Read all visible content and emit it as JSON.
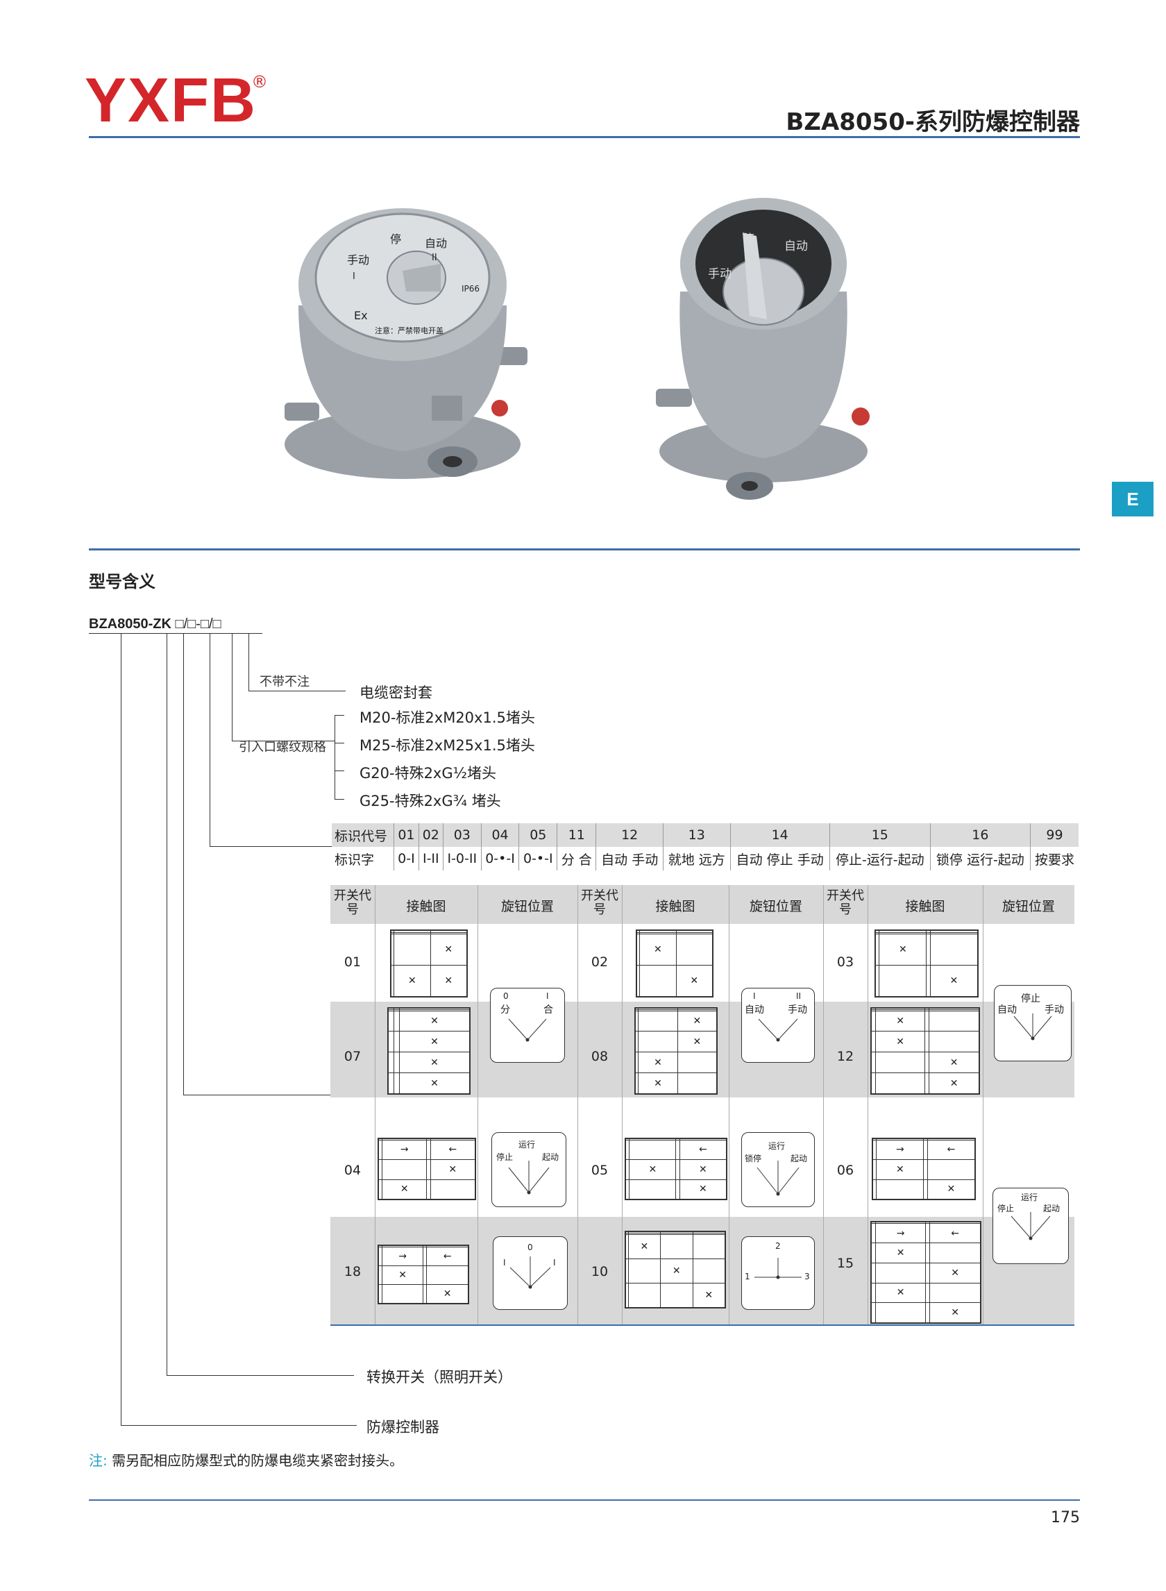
{
  "header": {
    "logo": "YXFB",
    "reg": "®",
    "title": "BZA8050-系列防爆控制器"
  },
  "tab": "E",
  "photos": {
    "left": {
      "label_left": "手动",
      "label_stop": "停",
      "label_auto": "自动",
      "label_ip": "IP66",
      "label_ex": "Ex",
      "label_note": "注意：严禁带电开盖",
      "num_i": "I",
      "num_ii": "II"
    },
    "right": {
      "label_left": "手动",
      "label_stop": "停",
      "label_auto": "自动"
    }
  },
  "section_title": "型号含义",
  "model": {
    "prefix": "BZA8050-ZK",
    "boxes": "□/□-□/□"
  },
  "branches": {
    "seal_option": "不带不注",
    "seal": "电缆密封套",
    "thread_label": "引入口螺纹规格",
    "threads": [
      "M20-标准2xM20x1.5堵头",
      "M25-标准2xM25x1.5堵头",
      "G20-特殊2xG½堵头",
      "G25-特殊2xG¾ 堵头"
    ],
    "switch": "转换开关（照明开关）",
    "controller": "防爆控制器"
  },
  "code_table": {
    "row1": [
      "标识代号",
      "01",
      "02",
      "03",
      "04",
      "05",
      "11",
      "12",
      "13",
      "14",
      "15",
      "16",
      "99"
    ],
    "row2": [
      "标识字",
      "0-I",
      "I-II",
      "I-0-II",
      "0-•-I",
      "0-•-I",
      "分 合",
      "自动 手动",
      "就地 远方",
      "自动 停止 手动",
      "停止-运行-起动",
      "锁停 运行-起动",
      "按要求"
    ]
  },
  "grid": {
    "headers": [
      "开关代号",
      "接触图",
      "旋钮位置",
      "开关代号",
      "接触图",
      "旋钮位置",
      "开关代号",
      "接触图",
      "旋钮位置"
    ],
    "codes": [
      "01",
      "02",
      "03",
      "07",
      "08",
      "12",
      "04",
      "05",
      "06",
      "18",
      "10",
      "15"
    ],
    "knob_labels": {
      "k1": [
        "0",
        "I",
        "分",
        "合"
      ],
      "k2": [
        "I",
        "II",
        "自动",
        "手动"
      ],
      "k3": [
        "停止",
        "自动",
        "手动"
      ],
      "k4": [
        "运行",
        "停止",
        "起动"
      ],
      "k5": [
        "运行",
        "锁停",
        "起动"
      ],
      "k6": [
        "运行",
        "停止",
        "起动"
      ],
      "k7": [
        "0",
        "I",
        "I"
      ],
      "k8": [
        "2",
        "1",
        "3"
      ]
    }
  },
  "note": {
    "label": "注:",
    "text": "需另配相应防爆型式的防爆电缆夹紧密封接头。"
  },
  "page_number": "175",
  "colors": {
    "logo": "#d4262a",
    "rule": "#3b6ea8",
    "tab": "#1c9fc5",
    "band": "#d8d8d8"
  }
}
